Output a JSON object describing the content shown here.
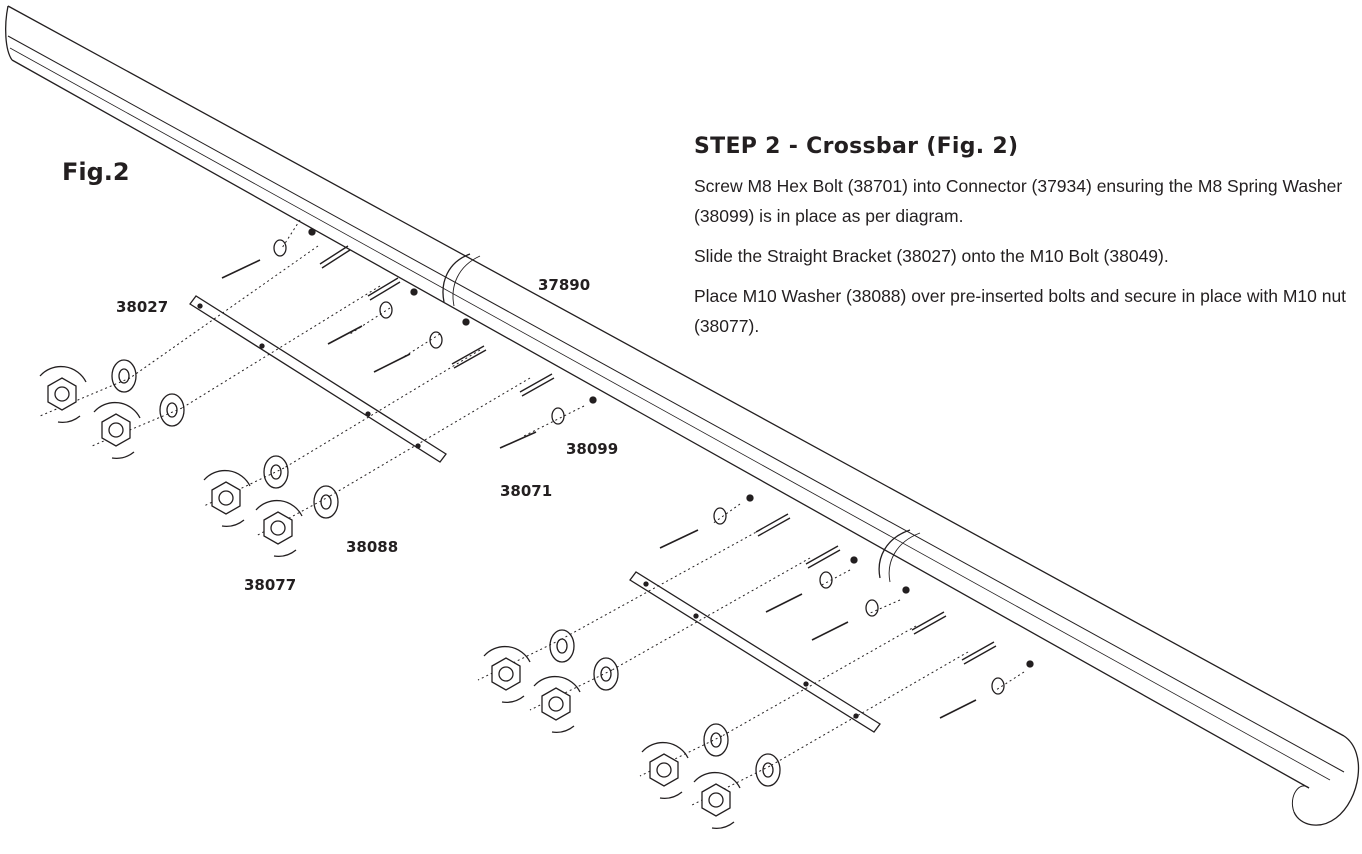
{
  "figure": {
    "label": "Fig.2"
  },
  "step": {
    "title": "STEP 2 - Crossbar (Fig. 2)",
    "paragraphs": [
      "Screw M8 Hex Bolt (38701) into Connector (37934) ensuring the M8 Spring Washer (38099) is in place as per diagram.",
      "Slide the Straight Bracket (38027) onto the M10 Bolt (38049).",
      "Place M10 Washer (38088) over pre-inserted bolts and secure in place with M10 nut (38077)."
    ]
  },
  "part_labels": {
    "crossbar": "37890",
    "bracket": "38027",
    "spring_washer": "38099",
    "hex_bolt": "38071",
    "washer": "38088",
    "nut": "38077"
  },
  "colors": {
    "ink": "#231f20",
    "background": "#ffffff"
  },
  "icons": [
    "hex-nut-icon",
    "washer-icon",
    "bolt-icon",
    "spring-washer-icon",
    "rotation-arrow-icon"
  ]
}
